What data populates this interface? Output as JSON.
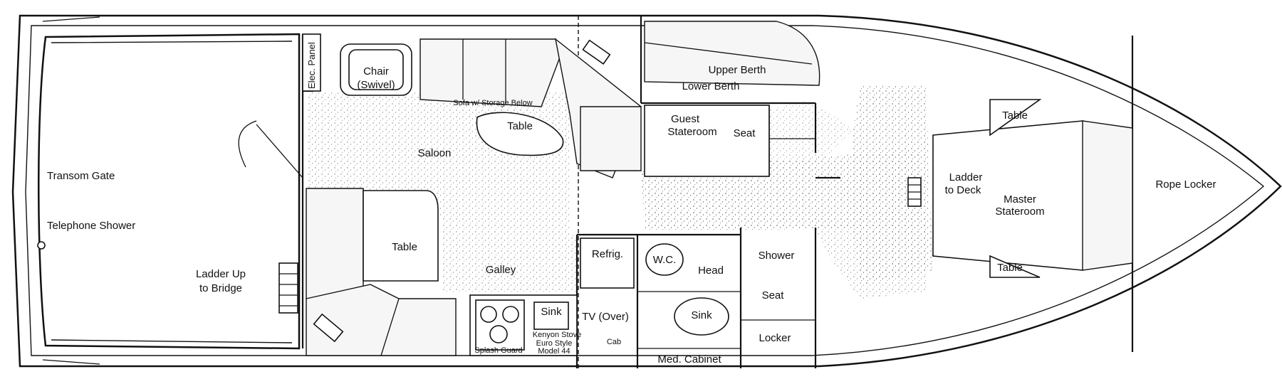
{
  "labels": {
    "elec_panel": "Elec. Panel",
    "chair": "Chair",
    "chair_sub": "(Swivel)",
    "sofa": "Sofa w/ Storage Below",
    "table_saloon": "Table",
    "saloon": "Saloon",
    "upper_berth": "Upper Berth",
    "lower_berth": "Lower Berth",
    "guest_stateroom_1": "Guest",
    "guest_stateroom_2": "Stateroom",
    "seat_guest": "Seat",
    "table_fwd_top": "Table",
    "ladder_deck_1": "Ladder",
    "ladder_deck_2": "to Deck",
    "master_1": "Master",
    "master_2": "Stateroom",
    "rope_locker": "Rope Locker",
    "table_fwd_bottom": "Table",
    "transom_gate": "Transom Gate",
    "telephone_shower": "Telephone Shower",
    "ladder_bridge_1": "Ladder Up",
    "ladder_bridge_2": "to Bridge",
    "table_dinette": "Table",
    "galley": "Galley",
    "refrig": "Refrig.",
    "wc": "W.C.",
    "head": "Head",
    "shower": "Shower",
    "seat_head": "Seat",
    "sink_galley": "Sink",
    "tv": "TV (Over)",
    "sink_head": "Sink",
    "locker": "Locker",
    "kenyon_1": "Kenyon Stove",
    "kenyon_2": "Euro Style",
    "kenyon_3": "Model  44",
    "cab": "Cab",
    "splash_guard": "Splash Guard",
    "med_cabinet": "Med. Cabinet"
  }
}
